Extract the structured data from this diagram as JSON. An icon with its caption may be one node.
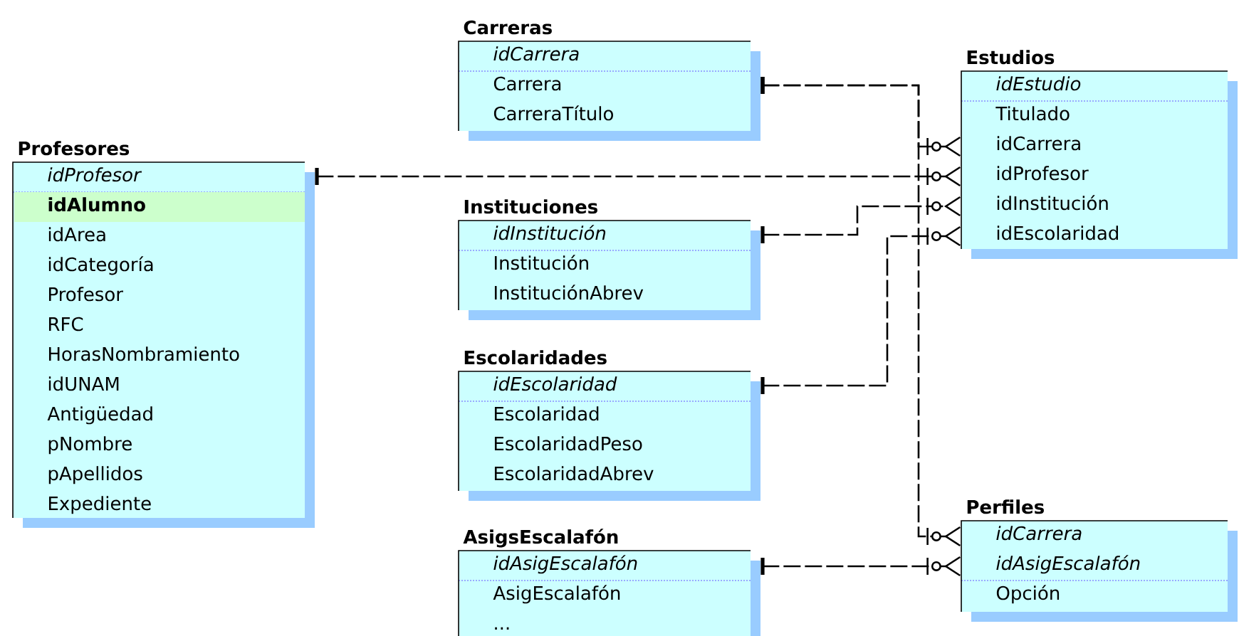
{
  "diagram": {
    "nodes": [
      {
        "text": [
          "Carreras",
          "idCarrera",
          "Carrera",
          "CarreraTítulo"
        ]
      },
      {
        "text": [
          "Estudios",
          "idEstudio",
          "Titulado",
          "idCarrera",
          "idProfesor",
          "idInstitución",
          "idEscolaridad"
        ]
      },
      {
        "text": [
          "Profesores",
          "idProfesor",
          "idAlumno",
          "idArea",
          "idCategoría",
          "Profesor",
          "RFC",
          "HorasNombramiento",
          "idUNAM",
          "Antigüedad",
          "pNombre",
          "pApellidos",
          "Expediente"
        ]
      },
      {
        "text": [
          "Instituciones",
          "idInstitución",
          "Institución",
          "InstituciónAbrev"
        ]
      },
      {
        "text": [
          "Escolaridades",
          "idEscolaridad",
          "Escolaridad",
          "EscolaridadPeso",
          "EscolaridadAbrev"
        ]
      },
      {
        "text": [
          "Perfiles",
          "idCarrera",
          "idAsigEscalafón",
          "Opción"
        ]
      },
      {
        "text": [
          "AsigsEscalafón",
          "idAsigEscalafón",
          "AsigEscalafón",
          "..."
        ]
      }
    ],
    "edges": [
      {
        "from": 0,
        "to": 1,
        "arrow": "other"
      },
      {
        "from": 2,
        "to": 1,
        "arrow": "other"
      },
      {
        "from": 3,
        "to": 1,
        "arrow": "other"
      },
      {
        "from": 4,
        "to": 1,
        "arrow": "other"
      },
      {
        "from": 0,
        "to": 5,
        "arrow": "other"
      },
      {
        "from": 6,
        "to": 5,
        "arrow": "other"
      }
    ]
  }
}
